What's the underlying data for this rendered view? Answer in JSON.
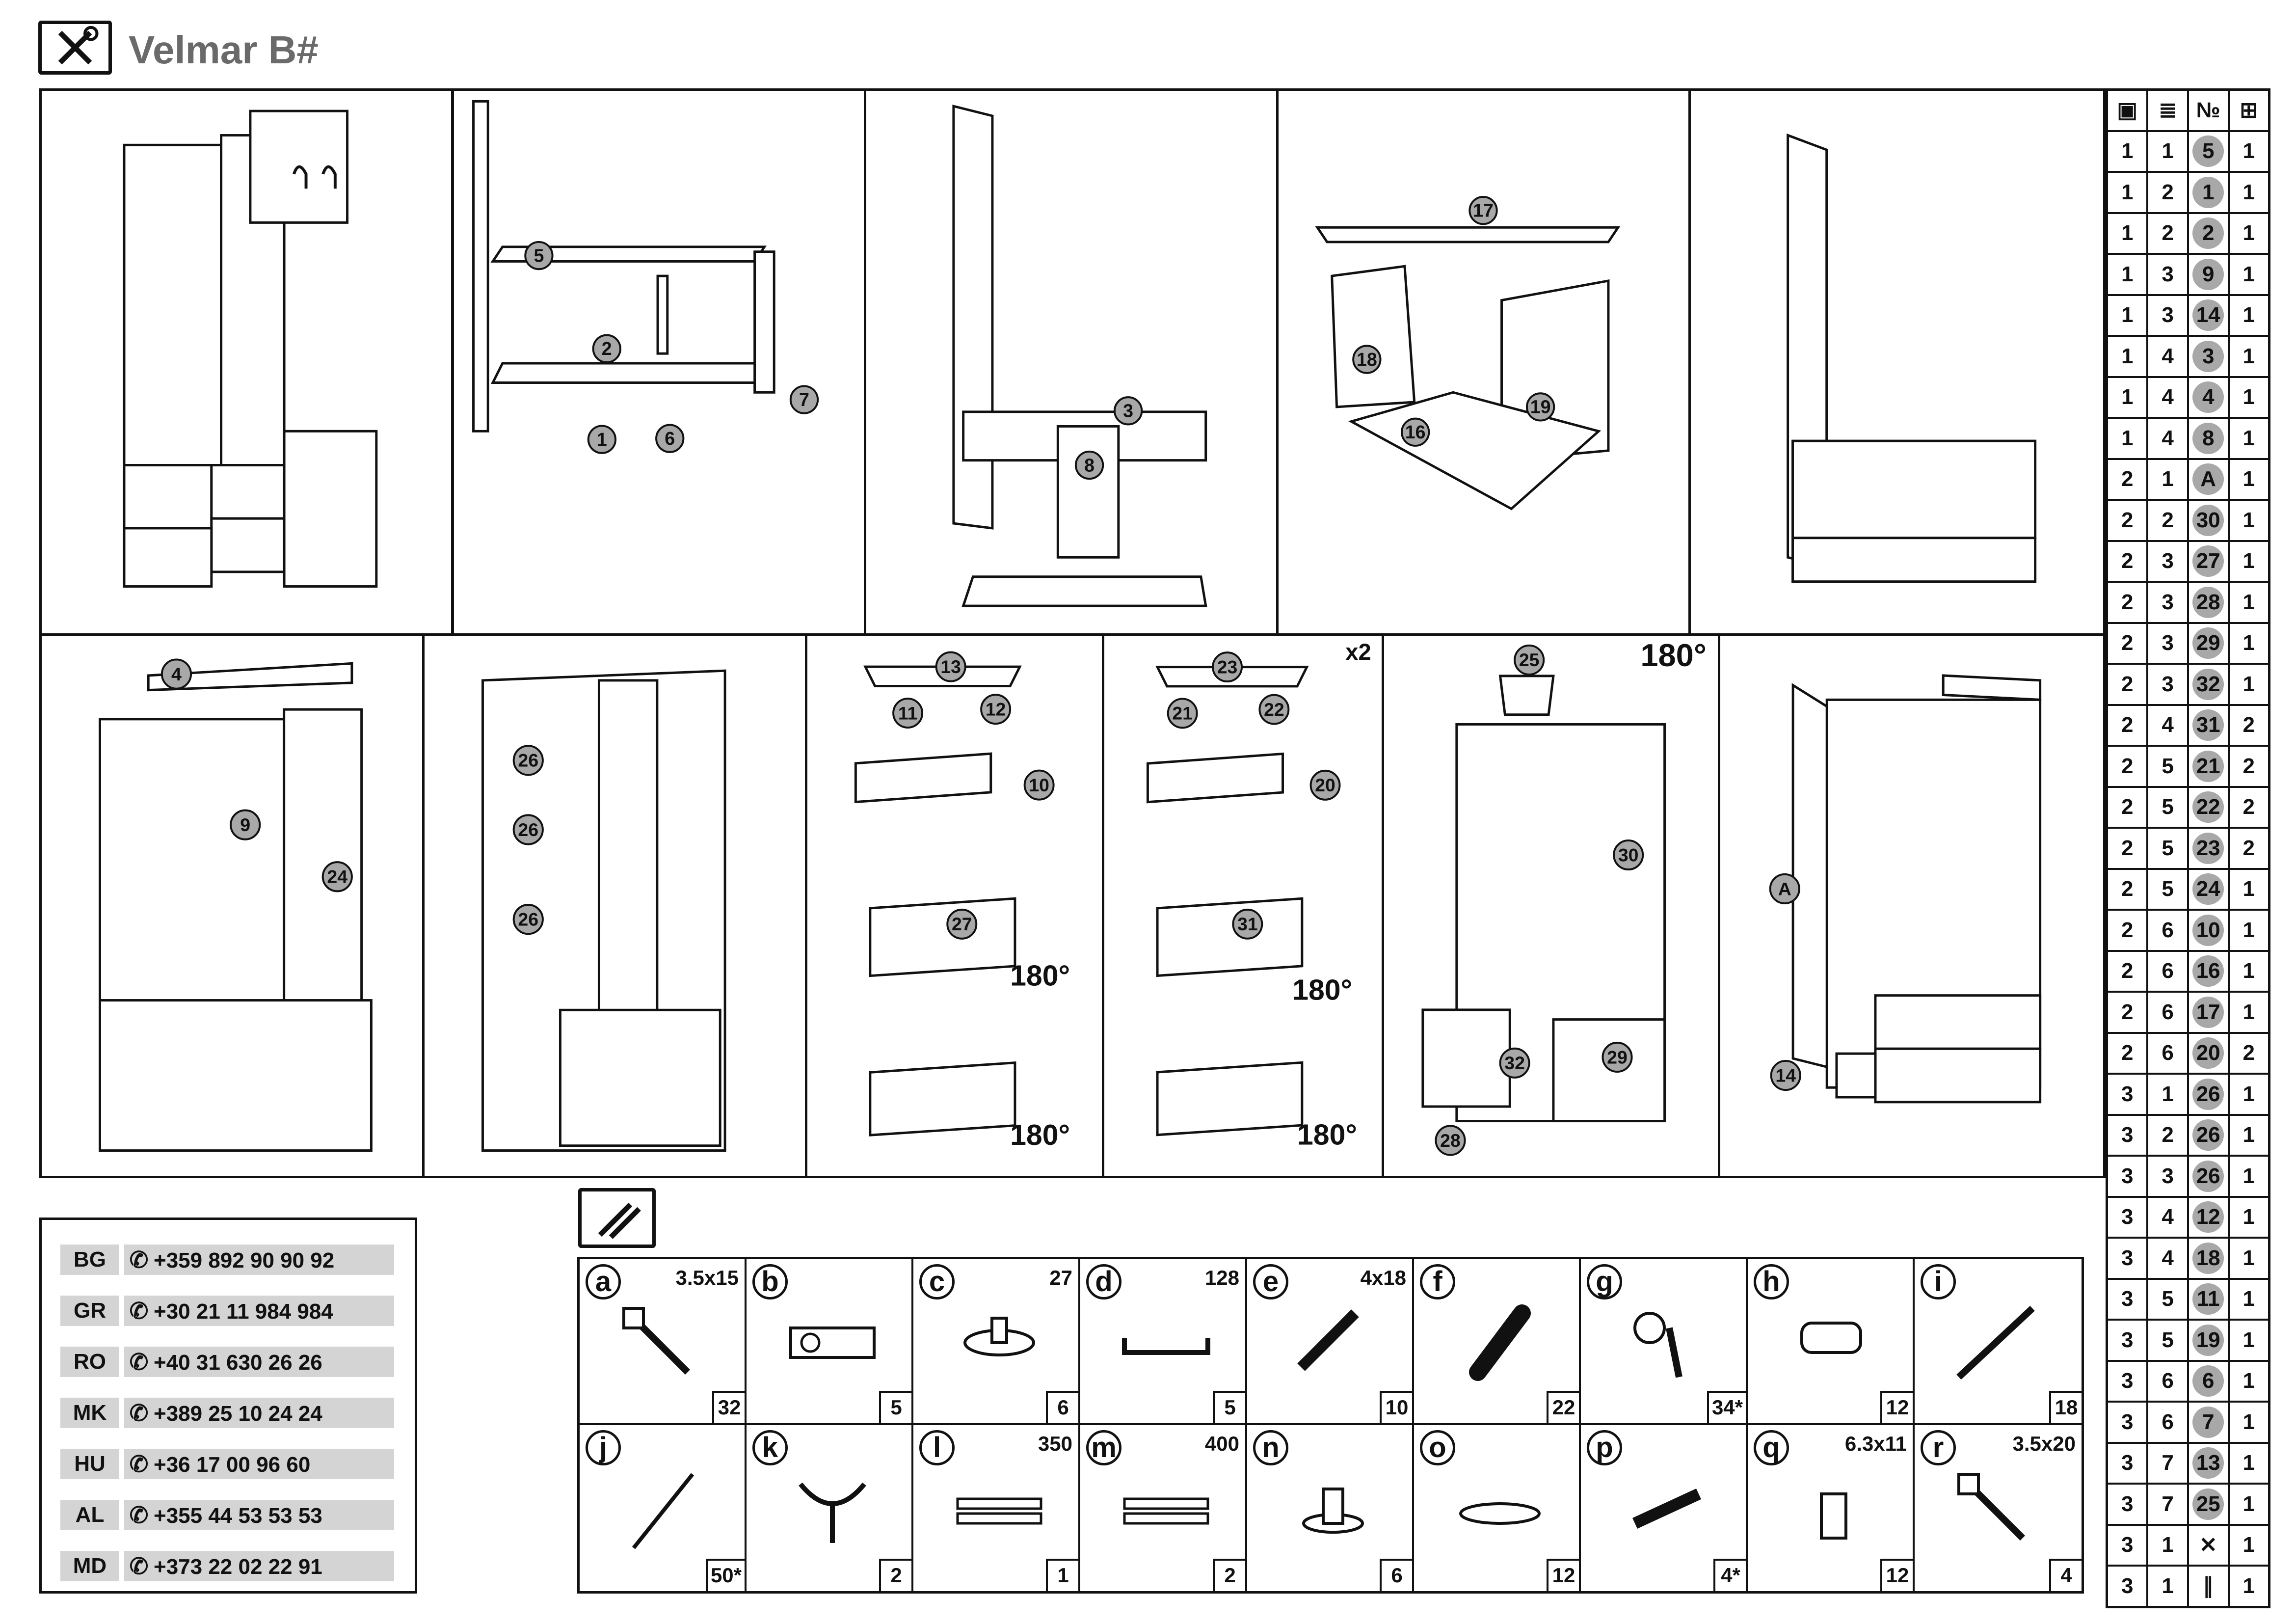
{
  "title": "Velmar B#",
  "panels_top": [
    {
      "labels": []
    },
    {
      "labels": [
        "5",
        "2",
        "6",
        "7",
        "1"
      ]
    },
    {
      "labels": [
        "3",
        "8"
      ]
    },
    {
      "labels": [
        "17",
        "18",
        "19",
        "16"
      ]
    },
    {
      "labels": []
    }
  ],
  "panels_bottom": [
    {
      "labels": [
        "4",
        "9",
        "24"
      ]
    },
    {
      "labels": [
        "26",
        "26",
        "26"
      ]
    },
    {
      "labels": [
        "13",
        "11",
        "12",
        "10",
        "27"
      ],
      "rotate": "180°"
    },
    {
      "labels": [
        "23",
        "21",
        "22",
        "20",
        "31"
      ],
      "rotate": "180°",
      "multiplier": "x2"
    },
    {
      "labels": [
        "25",
        "30",
        "32",
        "29",
        "28"
      ],
      "rotate": "180°"
    },
    {
      "labels": [
        "A",
        "14"
      ]
    }
  ],
  "contacts": [
    {
      "code": "BG",
      "phone": "+359 892 90 90 92"
    },
    {
      "code": "GR",
      "phone": "+30 21 11 984 984"
    },
    {
      "code": "RO",
      "phone": "+40 31 630 26 26"
    },
    {
      "code": "MK",
      "phone": "+389 25 10 24 24"
    },
    {
      "code": "HU",
      "phone": "+36 17 00 96 60"
    },
    {
      "code": "AL",
      "phone": "+355 44 53 53 53"
    },
    {
      "code": "MD",
      "phone": "+373 22 02 22 91"
    }
  ],
  "hardware": [
    {
      "letter": "a",
      "size": "3.5x15",
      "qty": "32",
      "icon": "screw"
    },
    {
      "letter": "b",
      "size": "",
      "qty": "5",
      "icon": "hinge"
    },
    {
      "letter": "c",
      "size": "27",
      "qty": "6",
      "icon": "foot"
    },
    {
      "letter": "d",
      "size": "128",
      "qty": "5",
      "icon": "handle"
    },
    {
      "letter": "e",
      "size": "4x18",
      "qty": "10",
      "icon": "bolt"
    },
    {
      "letter": "f",
      "size": "",
      "qty": "22",
      "icon": "dowel"
    },
    {
      "letter": "g",
      "size": "",
      "qty": "34*",
      "icon": "cam-lock"
    },
    {
      "letter": "h",
      "size": "",
      "qty": "12",
      "icon": "shelf-pin"
    },
    {
      "letter": "i",
      "size": "",
      "qty": "18",
      "icon": "long-screw"
    },
    {
      "letter": "j",
      "size": "",
      "qty": "50*",
      "icon": "nail"
    },
    {
      "letter": "k",
      "size": "",
      "qty": "2",
      "icon": "coat-hook"
    },
    {
      "letter": "l",
      "size": "350",
      "qty": "1",
      "icon": "drawer-slide"
    },
    {
      "letter": "m",
      "size": "400",
      "qty": "2",
      "icon": "drawer-slide"
    },
    {
      "letter": "n",
      "size": "",
      "qty": "6",
      "icon": "leveler"
    },
    {
      "letter": "o",
      "size": "",
      "qty": "12",
      "icon": "glide"
    },
    {
      "letter": "p",
      "size": "",
      "qty": "4*",
      "icon": "connector-bolt"
    },
    {
      "letter": "q",
      "size": "6.3x11",
      "qty": "12",
      "icon": "euro-screw"
    },
    {
      "letter": "r",
      "size": "3.5x20",
      "qty": "4",
      "icon": "screw"
    }
  ],
  "parts_header": [
    "box-icon",
    "stack-icon",
    "№",
    "count-icon"
  ],
  "parts": [
    [
      "1",
      "1",
      "5",
      "1"
    ],
    [
      "1",
      "2",
      "1",
      "1"
    ],
    [
      "1",
      "2",
      "2",
      "1"
    ],
    [
      "1",
      "3",
      "9",
      "1"
    ],
    [
      "1",
      "3",
      "14",
      "1"
    ],
    [
      "1",
      "4",
      "3",
      "1"
    ],
    [
      "1",
      "4",
      "4",
      "1"
    ],
    [
      "1",
      "4",
      "8",
      "1"
    ],
    [
      "2",
      "1",
      "A",
      "1"
    ],
    [
      "2",
      "2",
      "30",
      "1"
    ],
    [
      "2",
      "3",
      "27",
      "1"
    ],
    [
      "2",
      "3",
      "28",
      "1"
    ],
    [
      "2",
      "3",
      "29",
      "1"
    ],
    [
      "2",
      "3",
      "32",
      "1"
    ],
    [
      "2",
      "4",
      "31",
      "2"
    ],
    [
      "2",
      "5",
      "21",
      "2"
    ],
    [
      "2",
      "5",
      "22",
      "2"
    ],
    [
      "2",
      "5",
      "23",
      "2"
    ],
    [
      "2",
      "5",
      "24",
      "1"
    ],
    [
      "2",
      "6",
      "10",
      "1"
    ],
    [
      "2",
      "6",
      "16",
      "1"
    ],
    [
      "2",
      "6",
      "17",
      "1"
    ],
    [
      "2",
      "6",
      "20",
      "2"
    ],
    [
      "3",
      "1",
      "26",
      "1"
    ],
    [
      "3",
      "2",
      "26",
      "1"
    ],
    [
      "3",
      "3",
      "26",
      "1"
    ],
    [
      "3",
      "4",
      "12",
      "1"
    ],
    [
      "3",
      "4",
      "18",
      "1"
    ],
    [
      "3",
      "5",
      "11",
      "1"
    ],
    [
      "3",
      "5",
      "19",
      "1"
    ],
    [
      "3",
      "6",
      "6",
      "1"
    ],
    [
      "3",
      "6",
      "7",
      "1"
    ],
    [
      "3",
      "7",
      "13",
      "1"
    ],
    [
      "3",
      "7",
      "25",
      "1"
    ],
    [
      "3",
      "1",
      "tools-icon",
      "1"
    ],
    [
      "3",
      "1",
      "hardware-icon",
      "1"
    ]
  ]
}
